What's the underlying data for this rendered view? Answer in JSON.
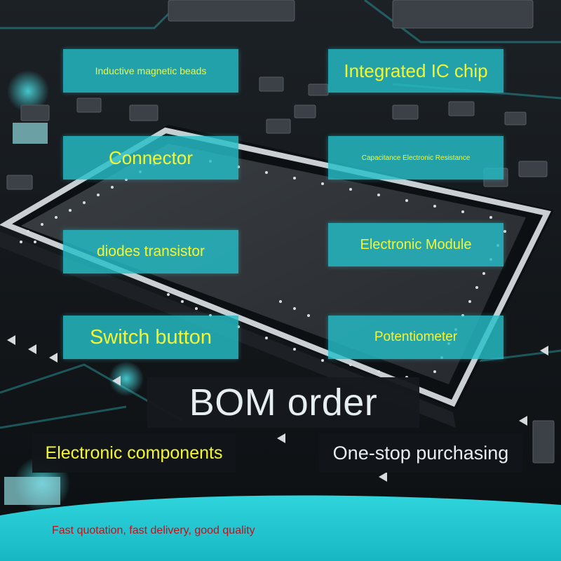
{
  "labels": {
    "inductive_beads": "Inductive magnetic beads",
    "ic_chip": "Integrated IC chip",
    "connector": "Connector",
    "capacitance": "Capacitance Electronic Resistance",
    "diodes": "diodes transistor",
    "module": "Electronic Module",
    "switch": "Switch button",
    "potentiometer": "Potentiometer"
  },
  "banner": {
    "title": "BOM order",
    "left_caption": "Electronic components",
    "right_caption": "One-stop purchasing"
  },
  "footer": {
    "text": "Fast quotation, fast delivery, good quality"
  },
  "colors": {
    "label_background": "#26bec8",
    "label_text": "#f4f632",
    "title_text": "#e7eef2",
    "footer_text": "#c0121a",
    "footer_wave": "#1ec8d2",
    "board": "#1a1f24"
  },
  "scene": {
    "description_icon": "circuit-board-chip-photo"
  }
}
